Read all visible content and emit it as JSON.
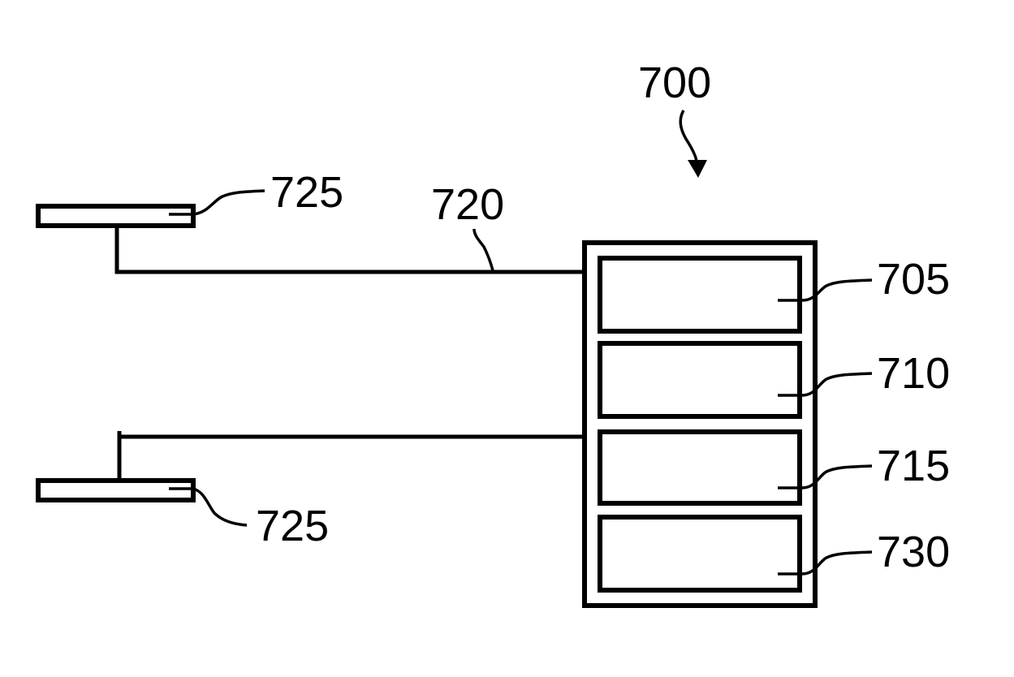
{
  "figure": {
    "device_ref": "700",
    "modules": [
      {
        "ref": "705"
      },
      {
        "ref": "710"
      },
      {
        "ref": "715"
      },
      {
        "ref": "730"
      }
    ],
    "connection_ref": "720",
    "sensors": [
      {
        "ref": "725"
      },
      {
        "ref": "725"
      }
    ]
  }
}
